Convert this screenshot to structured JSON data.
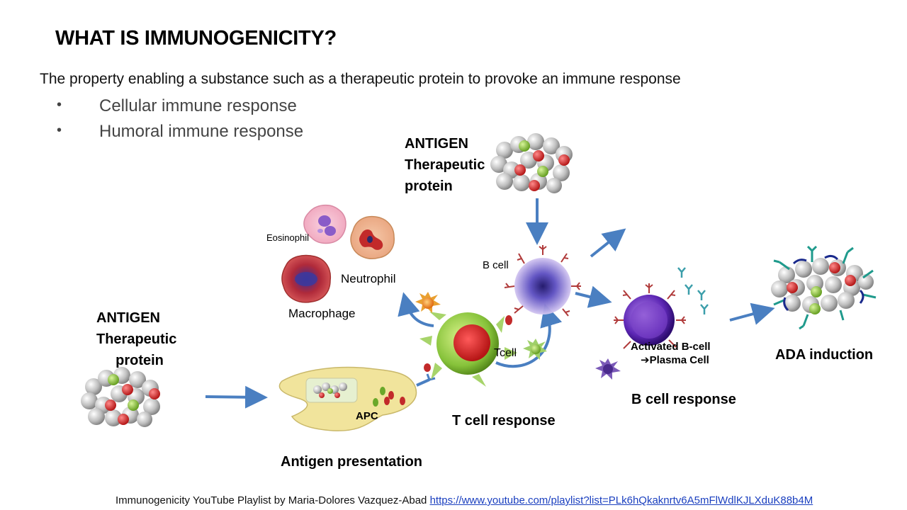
{
  "slide": {
    "title": "WHAT IS IMMUNOGENICITY?",
    "subtitle": "The property enabling a substance such as a therapeutic protein to provoke an immune response",
    "bullets": [
      "Cellular immune response",
      "Humoral immune response"
    ]
  },
  "diagram": {
    "antigen_top": {
      "line1": "ANTIGEN",
      "line2": "Therapeutic",
      "line3": "protein"
    },
    "antigen_left": {
      "line1": "ANTIGEN",
      "line2": "Therapeutic",
      "line3": "protein"
    },
    "cells": {
      "eosinophil": "Eosinophil",
      "neutrophil": "Neutrophil",
      "macrophage": "Macrophage",
      "b_cell": "B cell",
      "t_cell": "Tcell",
      "apc": "APC",
      "activated_b_cell": "Activated B-cell",
      "plasma_cell": "➔Plasma Cell"
    },
    "stages": {
      "antigen_presentation": "Antigen presentation",
      "t_cell_response": "T cell response",
      "b_cell_response": "B cell response",
      "ada_induction": "ADA induction"
    }
  },
  "footer": {
    "text": "Immunogenicity YouTube Playlist by Maria-Dolores Vazquez-Abad",
    "link": "https://www.youtube.com/playlist?list=PLk6hQkaknrtv6A5mFlWdlKJLXduK88b4M"
  },
  "colors": {
    "arrow": "#4a7fc1",
    "t_cell_outer": "#7dbb2e",
    "t_cell_core": "#d62d2d",
    "b_cell": "#5b2fa8",
    "apc_fill": "#f1e49c",
    "link": "#1a3fbf"
  }
}
